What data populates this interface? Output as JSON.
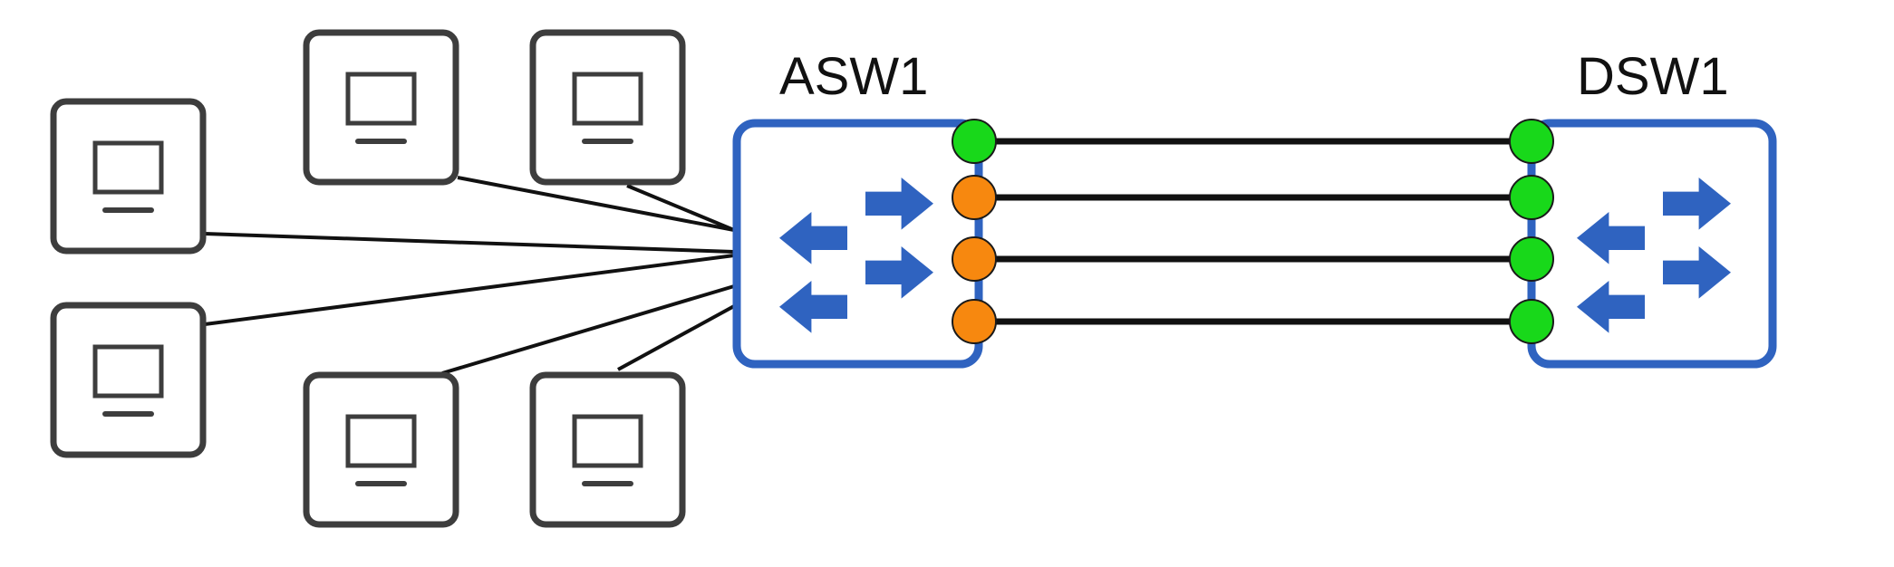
{
  "switches": {
    "asw1": {
      "label": "ASW1"
    },
    "dsw1": {
      "label": "DSW1"
    }
  },
  "pcs": [
    {
      "id": "pc-1"
    },
    {
      "id": "pc-2"
    },
    {
      "id": "pc-3"
    },
    {
      "id": "pc-4"
    },
    {
      "id": "pc-5"
    },
    {
      "id": "pc-6"
    }
  ],
  "links": [
    {
      "asw1_port_state": "forwarding",
      "dsw1_port_state": "forwarding"
    },
    {
      "asw1_port_state": "blocking",
      "dsw1_port_state": "forwarding"
    },
    {
      "asw1_port_state": "blocking",
      "dsw1_port_state": "forwarding"
    },
    {
      "asw1_port_state": "blocking",
      "dsw1_port_state": "forwarding"
    }
  ],
  "colors": {
    "switch_outline": "#2f63c0",
    "switch_arrows": "#2f63c0",
    "pc_outline": "#3d3d3d",
    "link_line": "#111111",
    "port_forwarding": "#18d81a",
    "port_blocking": "#f7880f"
  },
  "icons": {
    "switch": "switch-arrows-icon",
    "pc": "monitor-icon"
  }
}
